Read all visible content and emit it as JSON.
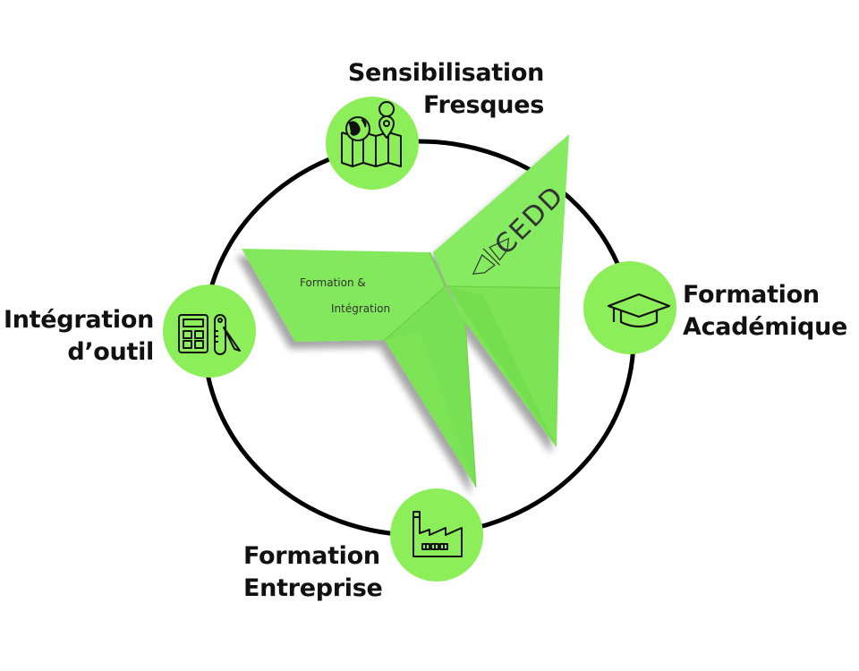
{
  "diagram": {
    "title": "CEDD",
    "center": {
      "logo_text": "CEDD",
      "wing_text_line1": "Formation &",
      "wing_text_line2": "Intégration"
    },
    "nodes": [
      {
        "id": "top",
        "icon": "map-globe-pin-icon",
        "line1": "Sensibilisation",
        "line2": "Fresques"
      },
      {
        "id": "right",
        "icon": "graduation-cap-icon",
        "line1": "Formation",
        "line2": "Académique"
      },
      {
        "id": "bottom",
        "icon": "factory-icon",
        "line1": "Formation",
        "line2": "Entreprise"
      },
      {
        "id": "left",
        "icon": "calculator-pocketknife-icon",
        "line1": "Intégration",
        "line2": "d’outil"
      }
    ],
    "colors": {
      "node_fill": "#8cef5a",
      "butterfly": "#7fe75a",
      "ring": "#000000",
      "text": "#111111"
    }
  }
}
